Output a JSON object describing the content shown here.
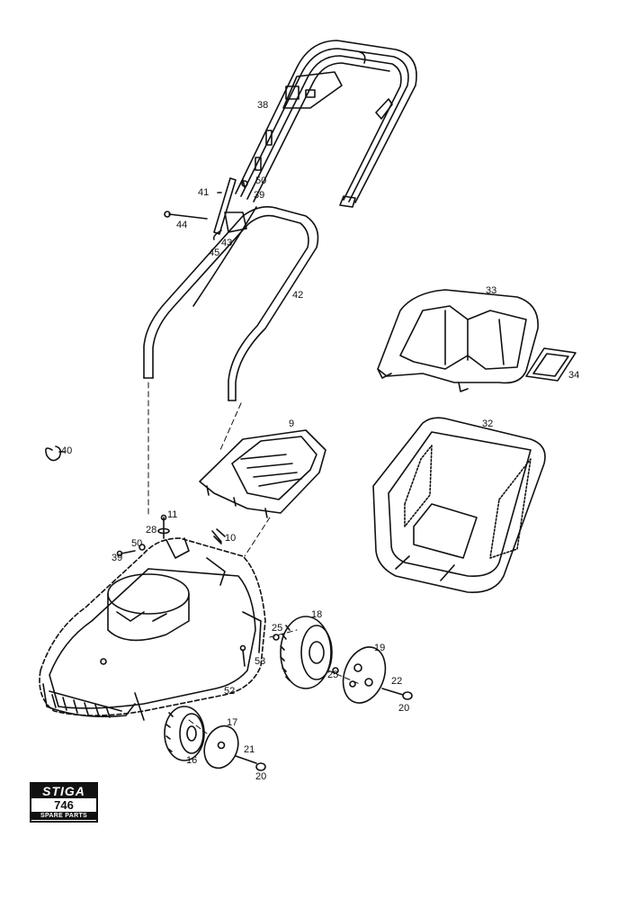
{
  "logo": {
    "brand": "STIGA",
    "model": "746",
    "subtitle": "SPARE PARTS"
  },
  "callouts": {
    "c38": "38",
    "c41": "41",
    "c50a": "50",
    "c39a": "39",
    "c44": "44",
    "c43": "43",
    "c45": "45",
    "c42": "42",
    "c33": "33",
    "c34": "34",
    "c9": "9",
    "c40": "40",
    "c32": "32",
    "c11": "11",
    "c28": "28",
    "c50b": "50",
    "c39b": "39",
    "c10": "10",
    "c18": "18",
    "c25a": "25",
    "c19": "19",
    "c25b": "25",
    "c53": "53",
    "c52": "52",
    "c22": "22",
    "c20a": "20",
    "c17": "17",
    "c21": "21",
    "c16": "16",
    "c20b": "20"
  },
  "colors": {
    "ink": "#111111",
    "paper": "#ffffff"
  }
}
